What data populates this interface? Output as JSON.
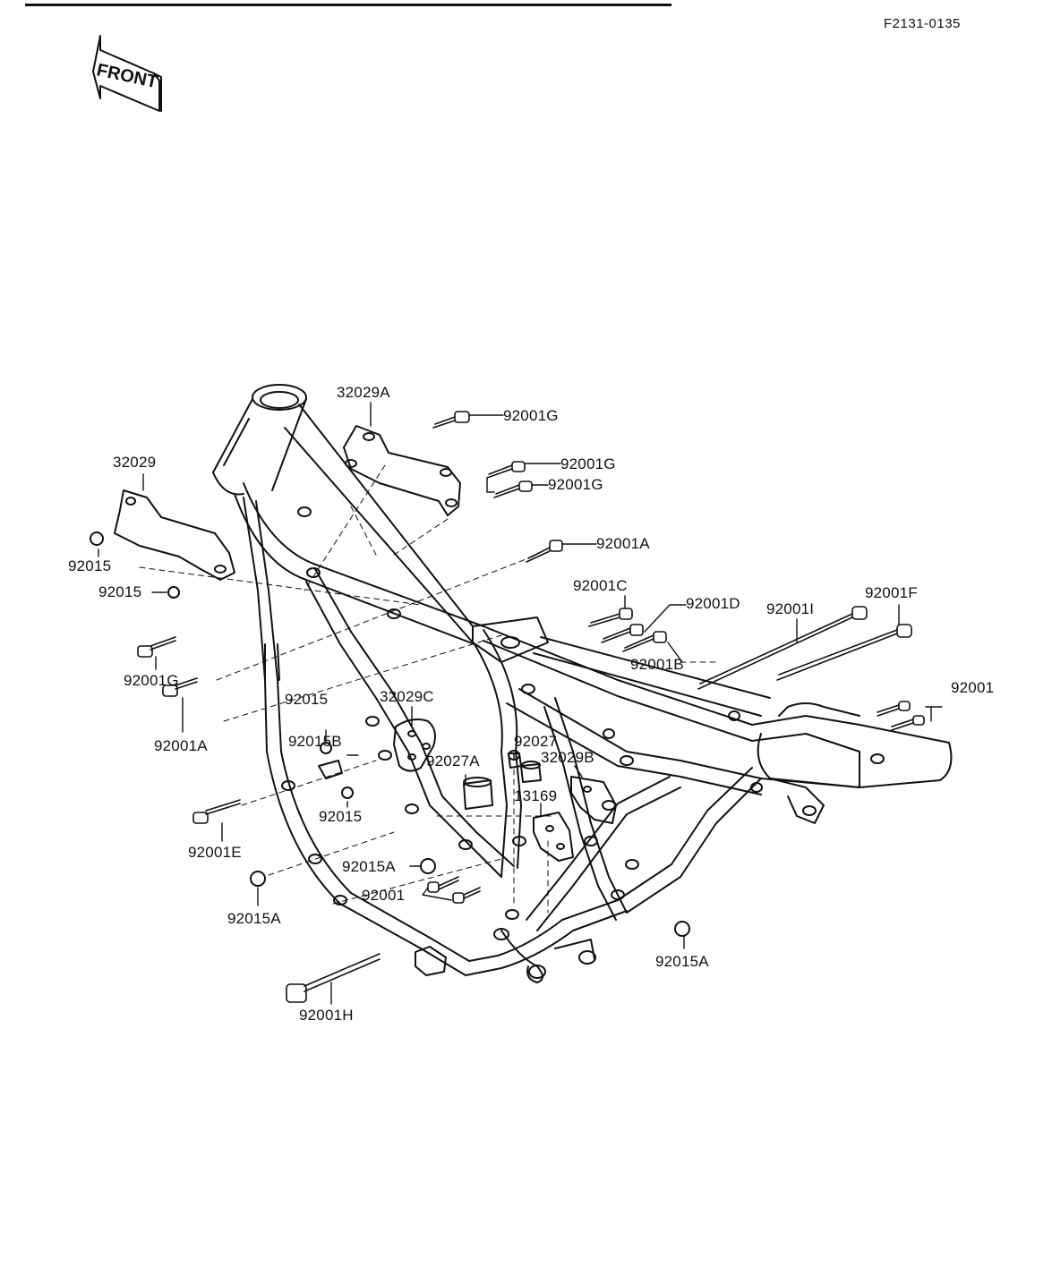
{
  "figure_code": "F2131-0135",
  "front_label": "FRONT",
  "colors": {
    "ink": "#111111",
    "paper": "#ffffff"
  },
  "callouts": {
    "c_32029A": "32029A",
    "c_92001G_top": "92001G",
    "c_92001G_mid1": "92001G",
    "c_92001G_mid2": "92001G",
    "c_32029": "32029",
    "c_92015_a": "92015",
    "c_92015_b": "92015",
    "c_92001A_upper": "92001A",
    "c_92001C": "92001C",
    "c_92001D": "92001D",
    "c_92001I": "92001I",
    "c_92001F": "92001F",
    "c_92001G_left": "92001G",
    "c_92001B": "92001B",
    "c_92001_right": "92001",
    "c_92015_c": "92015",
    "c_32029C": "32029C",
    "c_92001A_left": "92001A",
    "c_92015B": "92015B",
    "c_92027": "92027",
    "c_92027A": "92027A",
    "c_32029B": "32029B",
    "c_13169": "13169",
    "c_92015_d": "92015",
    "c_92001E": "92001E",
    "c_92015A_mid": "92015A",
    "c_92001_mid": "92001",
    "c_92015A_left": "92015A",
    "c_92015A_right": "92015A",
    "c_92001H": "92001H"
  }
}
